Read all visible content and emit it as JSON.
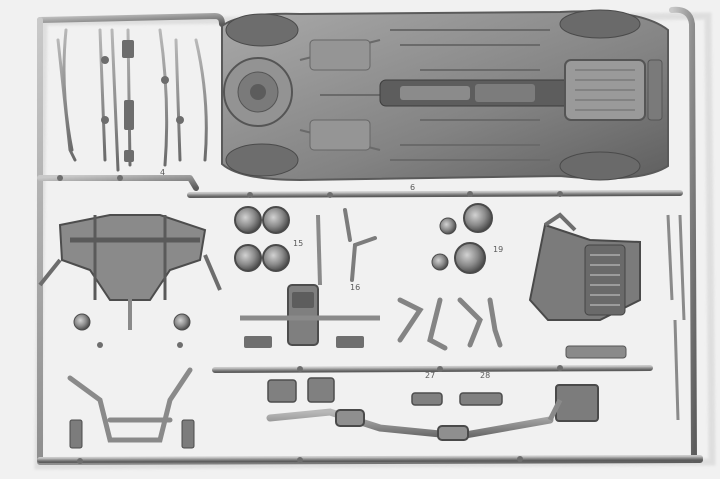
{
  "scene": {
    "subject": "model-kit-parts-sprue",
    "colors": {
      "background": "#f1f1f1",
      "plastic_base": "#8c8c8c",
      "plastic_light": "#bdbdbd",
      "plastic_dark": "#4e4e4e",
      "shadow": "#d6d6d6"
    }
  },
  "part_numbers": [
    {
      "id": "n4",
      "text": "4"
    },
    {
      "id": "n6",
      "text": "6"
    },
    {
      "id": "n15",
      "text": "15"
    },
    {
      "id": "n16",
      "text": "16"
    },
    {
      "id": "n19",
      "text": "19"
    },
    {
      "id": "n27",
      "text": "27"
    },
    {
      "id": "n28",
      "text": "28"
    }
  ]
}
